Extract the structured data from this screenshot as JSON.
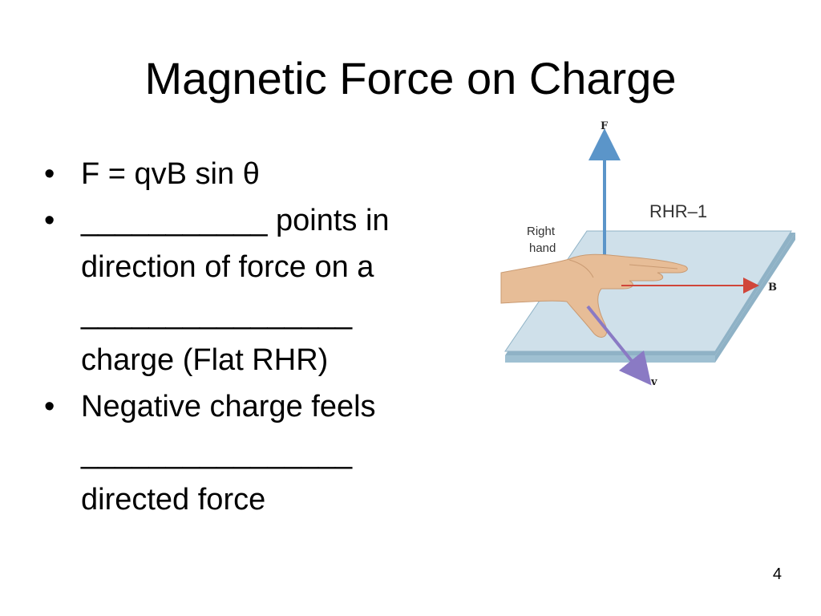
{
  "slide": {
    "title": "Magnetic Force on Charge",
    "bullets": [
      {
        "lines": [
          "F = qvB sin θ"
        ]
      },
      {
        "lines": [
          "___________ points in",
          "direction of force on a",
          "________________",
          "charge (Flat RHR)"
        ]
      },
      {
        "lines": [
          "Negative charge feels",
          "________________",
          "directed force"
        ]
      }
    ],
    "page_number": "4"
  },
  "figure": {
    "label_f": "F",
    "label_b": "B",
    "label_v": "v",
    "label_rhr": "RHR–1",
    "label_right": "Right",
    "label_hand": "hand",
    "colors": {
      "plane": "#cfe0ea",
      "plane_edge": "#8fb2c6",
      "arrow_f": "#5b95c9",
      "arrow_b": "#d0463a",
      "arrow_v": "#8a7ac4",
      "skin": "#e7bd97",
      "skin_shadow": "#c99a72"
    }
  }
}
